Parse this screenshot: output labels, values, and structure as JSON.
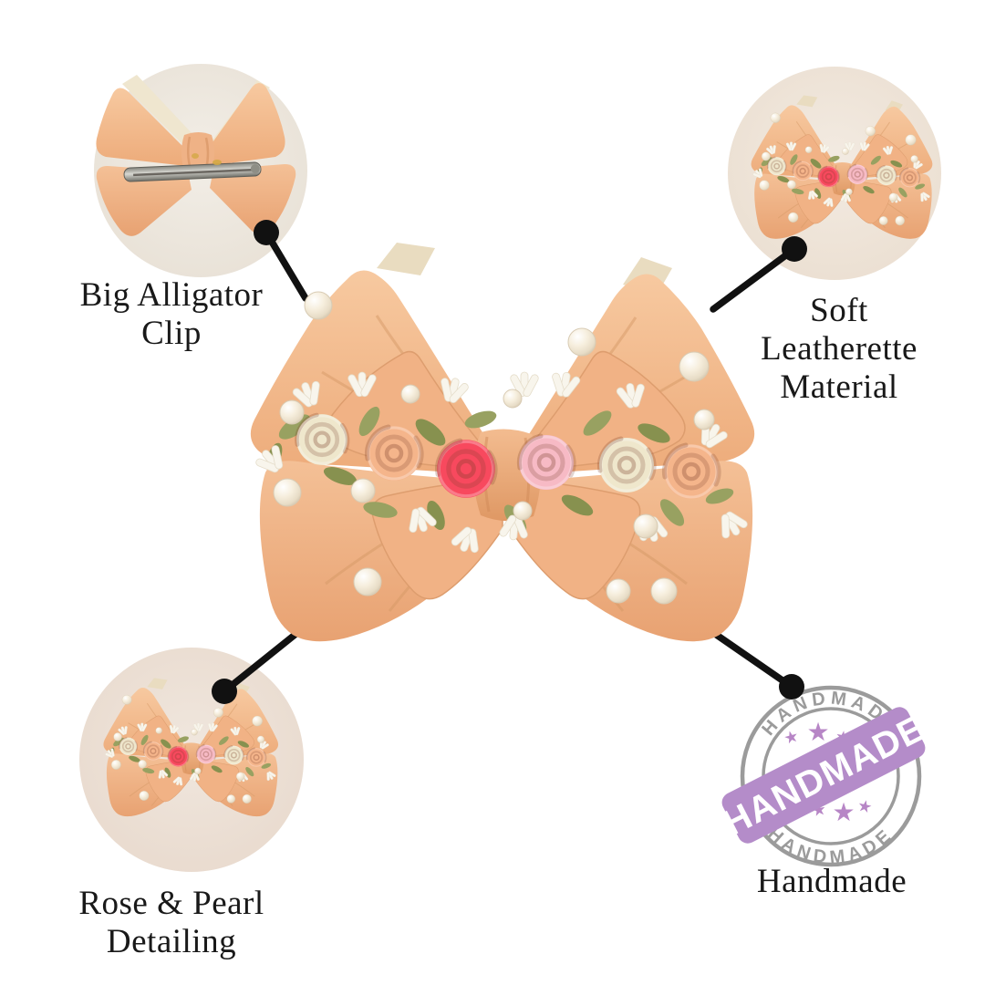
{
  "callouts": {
    "top_left": {
      "lines": [
        "Big Alligator",
        "Clip"
      ]
    },
    "top_right": {
      "lines": [
        "Soft",
        "Leatherette",
        "Material"
      ]
    },
    "bottom_left": {
      "lines": [
        "Rose & Pearl",
        "Detailing"
      ]
    },
    "bottom_right": {
      "lines": [
        "Handmade"
      ]
    }
  },
  "stamp": {
    "arc_top": "HANDMADE",
    "banner": "HANDMADE",
    "arc_bottom": "HANDMADE"
  },
  "colors": {
    "bow_peach": "#f3b98c",
    "bow_peach_dark": "#e8a473",
    "rose_coral": "#f8495e",
    "rose_pink": "#f7bac5",
    "rose_cream": "#efe7cc",
    "rose_peach": "#f5b58b",
    "leaf_olive": "#98a161",
    "pearl_cream": "#f6eedd",
    "stamp_purple": "#b48cc9",
    "stamp_gray": "#9b9b9b",
    "connector_black": "#111111",
    "label_text": "#191919",
    "photo_circle_bg": "#ede6dd"
  }
}
